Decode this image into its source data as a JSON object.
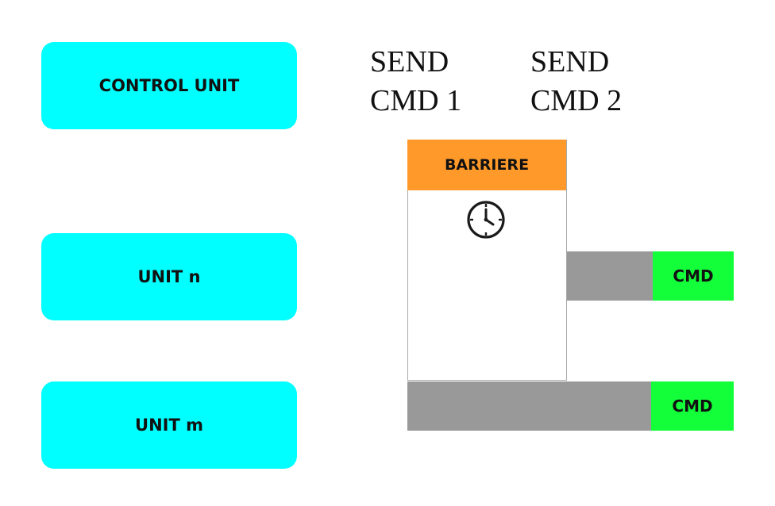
{
  "colors": {
    "unit_fill": "#00ffff",
    "barrier_fill": "#ff9a2a",
    "cmd_fill": "#12ff3a",
    "bar_fill": "#999999"
  },
  "units": {
    "control": "CONTROL UNIT",
    "n": "UNIT n",
    "m": "UNIT m"
  },
  "sends": {
    "first": "SEND\nCMD 1",
    "second": "SEND\nCMD 2"
  },
  "barrier": {
    "label": "BARRIERE",
    "icon": "clock-icon"
  },
  "commands": {
    "first": "CMD",
    "second": "CMD"
  }
}
